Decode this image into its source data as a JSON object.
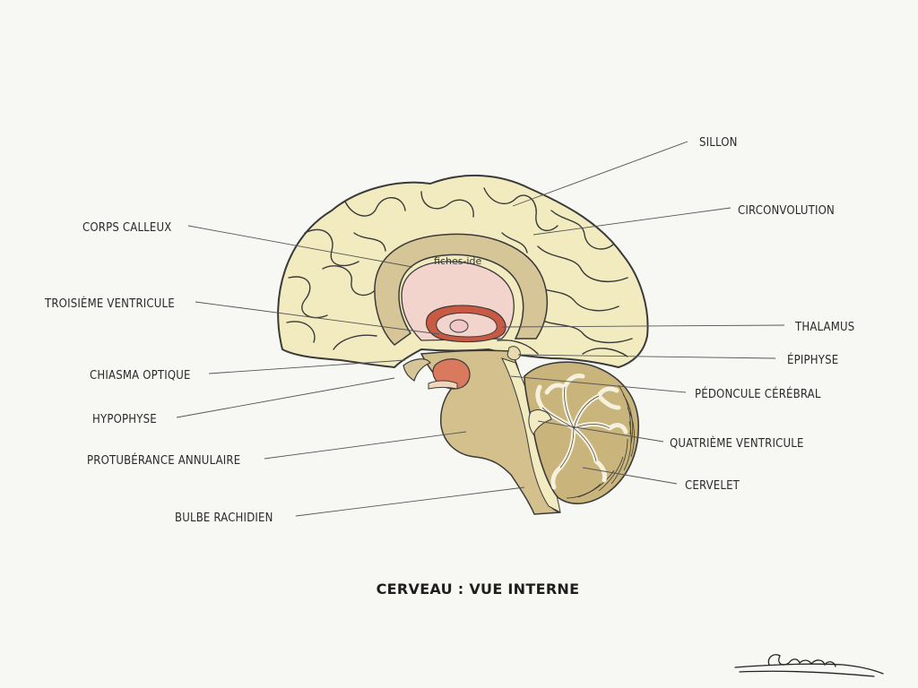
{
  "title": "CERVEAU : VUE INTERNE",
  "watermark": "fiches-ide",
  "signature": "Lecena",
  "labels": {
    "sillon": "SILLON",
    "circonvolution": "CIRCONVOLUTION",
    "corps_calleux": "CORPS CALLEUX",
    "troisieme_ventricule": "TROISIÈME VENTRICULE",
    "thalamus": "THALAMUS",
    "epiphyse": "ÉPIPHYSE",
    "chiasma_optique": "CHIASMA OPTIQUE",
    "pedoncule_cerebral": "PÉDONCULE CÉRÉBRAL",
    "hypophyse": "HYPOPHYSE",
    "quatrieme_ventricule": "QUATRIÈME VENTRICULE",
    "protuberance_annulaire": "PROTUBÉRANCE ANNULAIRE",
    "cervelet": "CERVELET",
    "bulbe_rachidien": "BULBE RACHIDIEN"
  },
  "colors": {
    "background": "#f7f7f3",
    "cortex": "#f2ebbf",
    "cortex_dark": "#d9cf9c",
    "inner_tan": "#d6c596",
    "corpus_callosum": "#e5cfa6",
    "ventricle_pink": "#f2d4cc",
    "thalamus_red": "#c85a44",
    "thalamus_inner": "#f1c7c7",
    "brainstem": "#d4c08c",
    "cerebellum": "#c9b47c",
    "cerebellum_white": "#f6f1dd",
    "outline": "#3a3a3a"
  }
}
